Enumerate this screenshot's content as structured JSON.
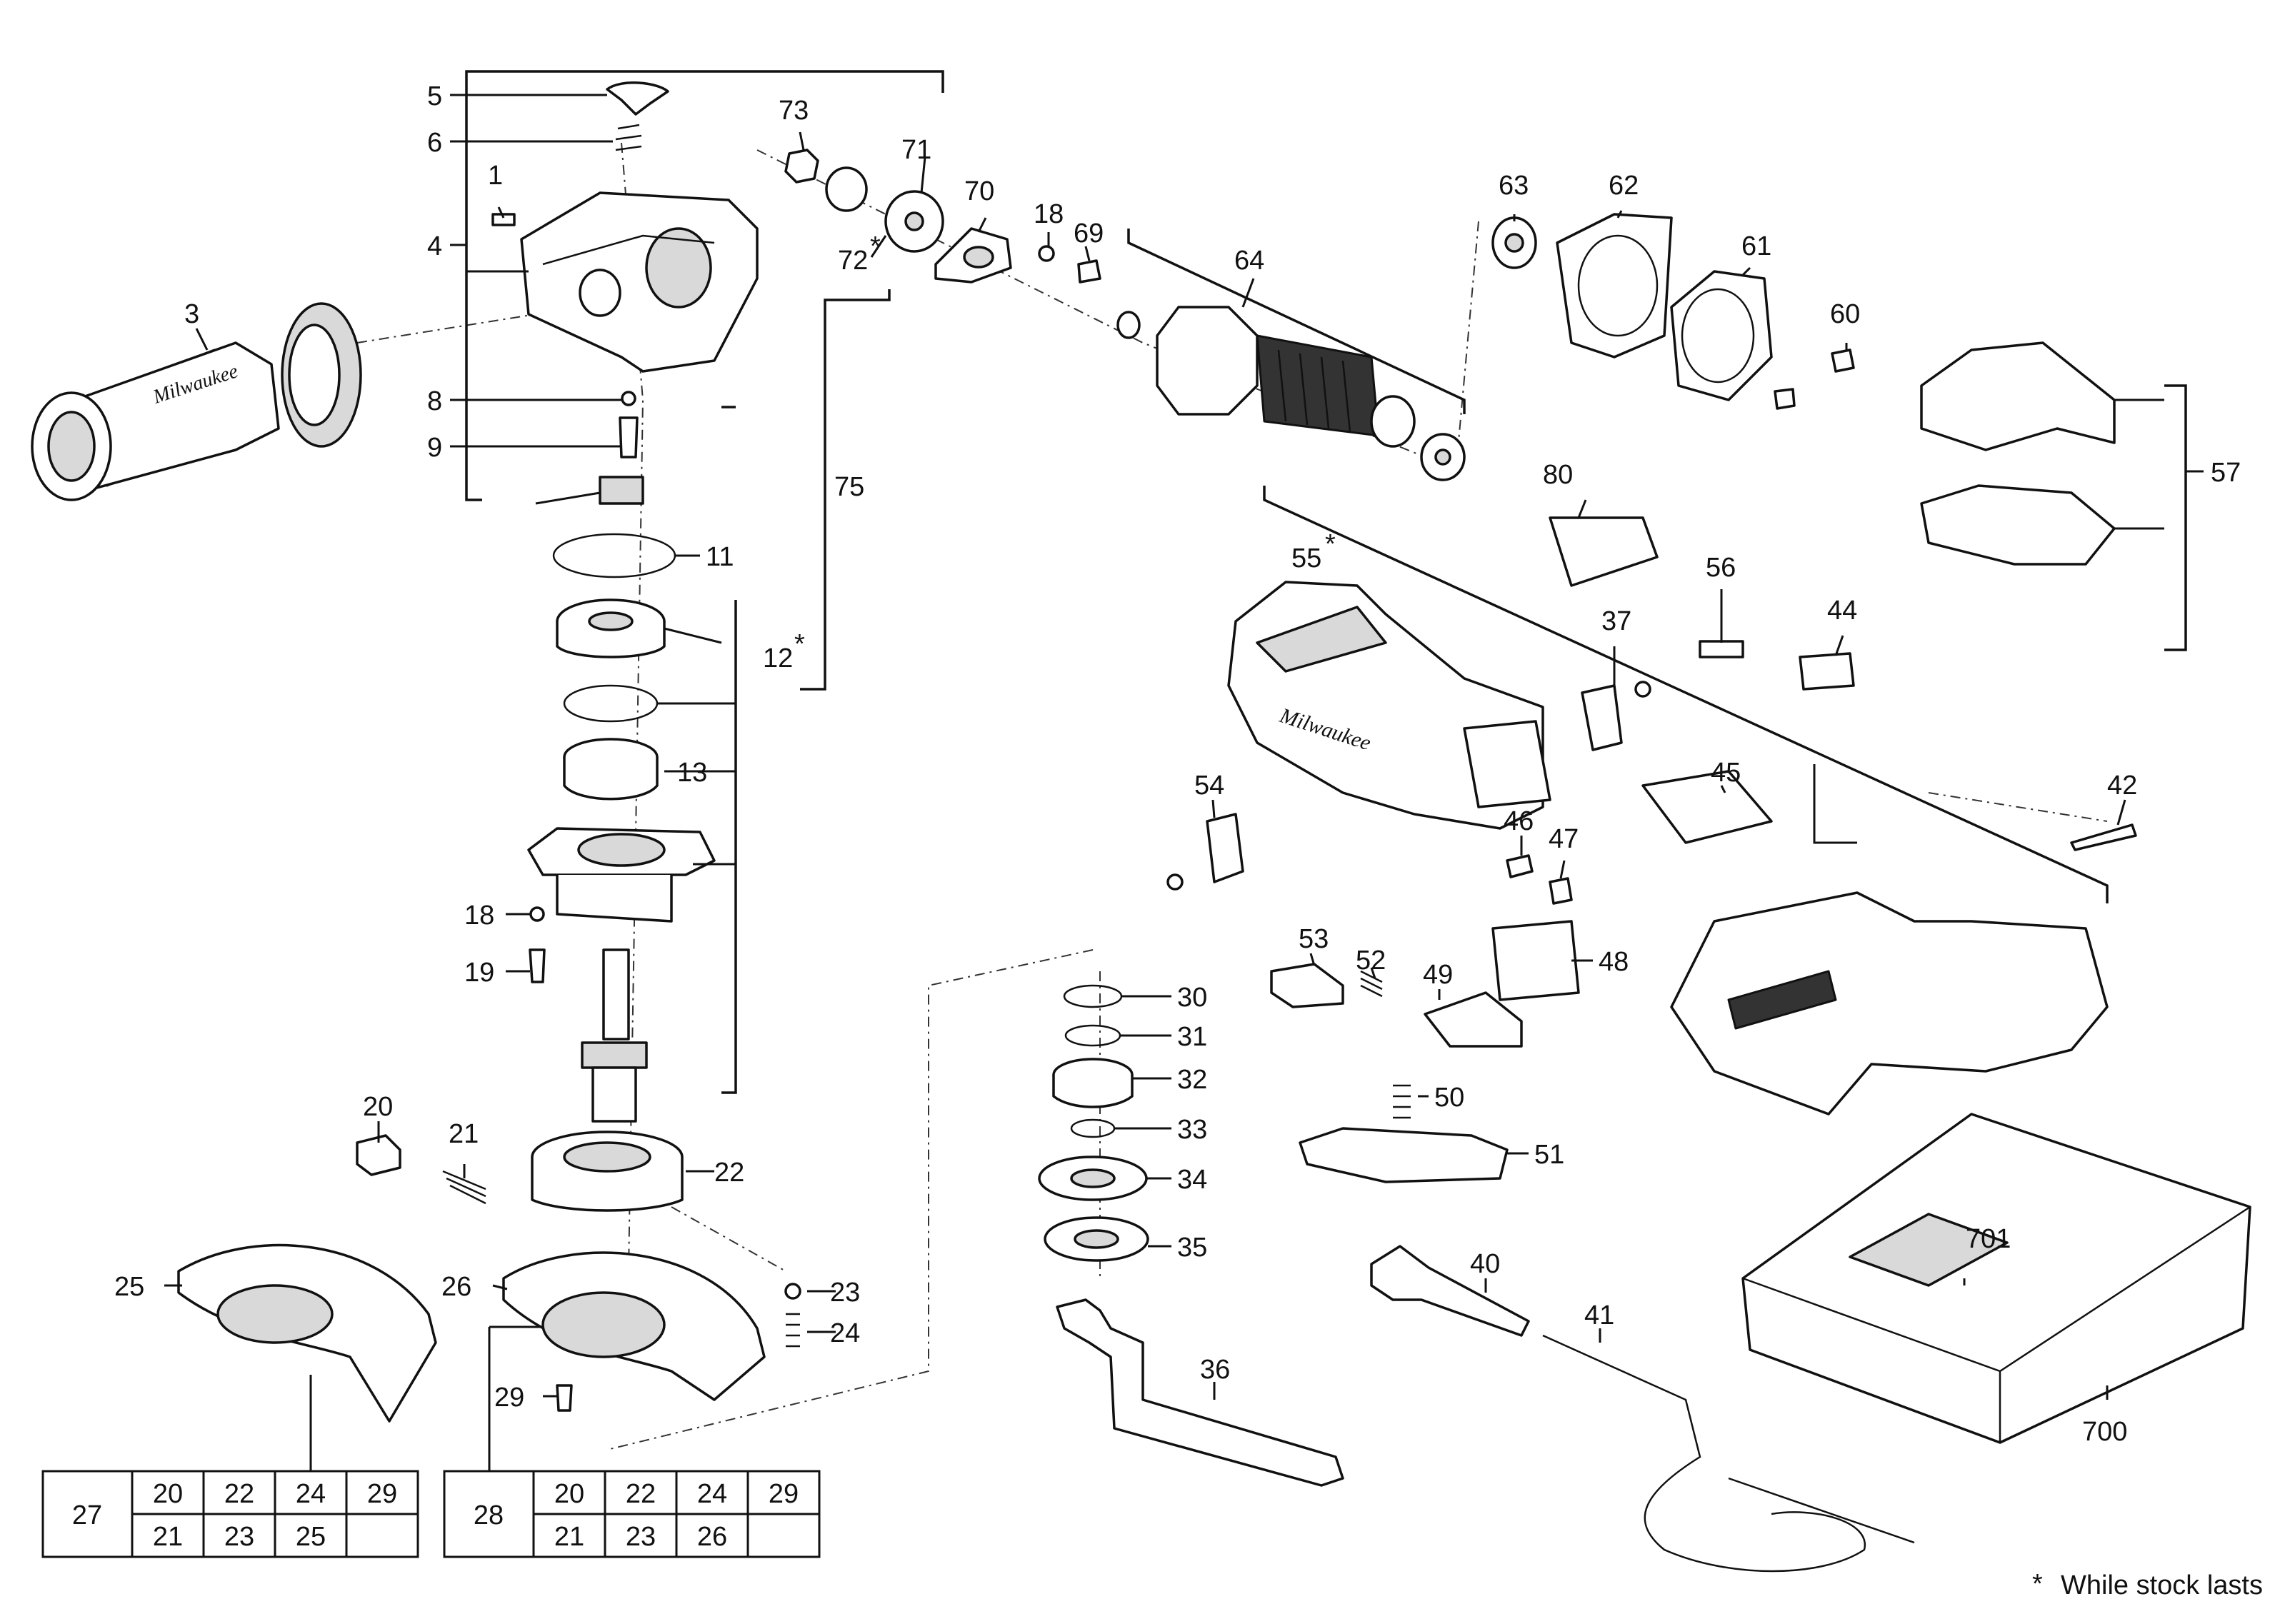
{
  "diagram": {
    "brand_logo_text": "Milwaukee",
    "labels": {
      "p1": "1",
      "p3": "3",
      "p4": "4",
      "p5": "5",
      "p6": "6",
      "p8": "8",
      "p9": "9",
      "p11": "11",
      "p12": "12",
      "p13": "13",
      "p18a": "18",
      "p18b": "18",
      "p19": "19",
      "p20": "20",
      "p21": "21",
      "p22": "22",
      "p23": "23",
      "p24": "24",
      "p25": "25",
      "p26": "26",
      "p29": "29",
      "p30": "30",
      "p31": "31",
      "p32": "32",
      "p33": "33",
      "p34": "34",
      "p35": "35",
      "p36": "36",
      "p37": "37",
      "p40": "40",
      "p41": "41",
      "p42": "42",
      "p44": "44",
      "p45": "45",
      "p46": "46",
      "p47": "47",
      "p48": "48",
      "p49": "49",
      "p50": "50",
      "p51": "51",
      "p52": "52",
      "p53": "53",
      "p54": "54",
      "p55": "55",
      "p56": "56",
      "p57": "57",
      "p60": "60",
      "p61": "61",
      "p62": "62",
      "p63": "63",
      "p64": "64",
      "p69": "69",
      "p70": "70",
      "p71": "71",
      "p72": "72",
      "p73": "73",
      "p75": "75",
      "p80": "80",
      "p700": "700",
      "p701": "701"
    },
    "asterisk": "*",
    "kit_tables": [
      {
        "kit": "27",
        "rows": [
          [
            "20",
            "22",
            "24",
            "29"
          ],
          [
            "21",
            "23",
            "25",
            ""
          ]
        ]
      },
      {
        "kit": "28",
        "rows": [
          [
            "20",
            "22",
            "24",
            "29"
          ],
          [
            "21",
            "23",
            "26",
            ""
          ]
        ]
      }
    ],
    "footnote": {
      "mark": "*",
      "text": "While stock lasts"
    }
  }
}
